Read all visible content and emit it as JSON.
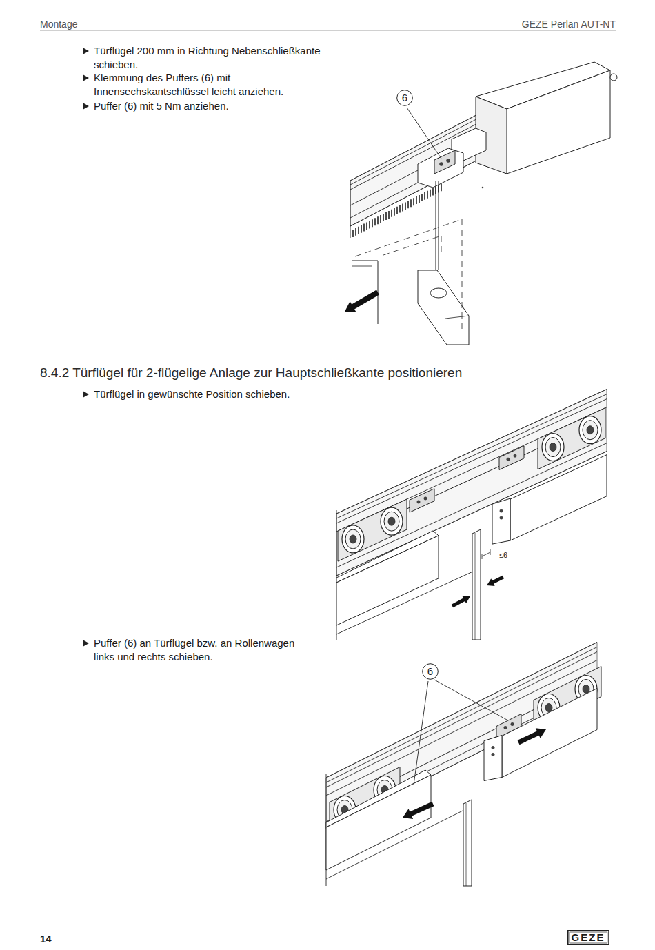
{
  "diagram": {
    "title": "8.4.2 Türflügel für 2-flügelige Anlage zur Hauptschließkante positionieren",
    "nodes": [
      {
        "text": [
          "6"
        ]
      },
      {
        "text": [
          "6"
        ]
      },
      {
        "text": [
          "GEZE"
        ]
      }
    ],
    "labels": [
      "Montage",
      "GEZE Perlan AUT-NT",
      "Türflügel 200 mm in Richtung Nebenschließkante schieben.",
      "Klemmung des Puffers (6) mit Innensechskantschlüssel leicht anziehen.",
      "Puffer (6) mit 5 Nm anziehen.",
      "Türflügel in gewünschte Position schieben.",
      "≤6",
      "Puffer (6) an Türflügel bzw. an Rollenwagen links und rechts schieben.",
      "14"
    ]
  }
}
